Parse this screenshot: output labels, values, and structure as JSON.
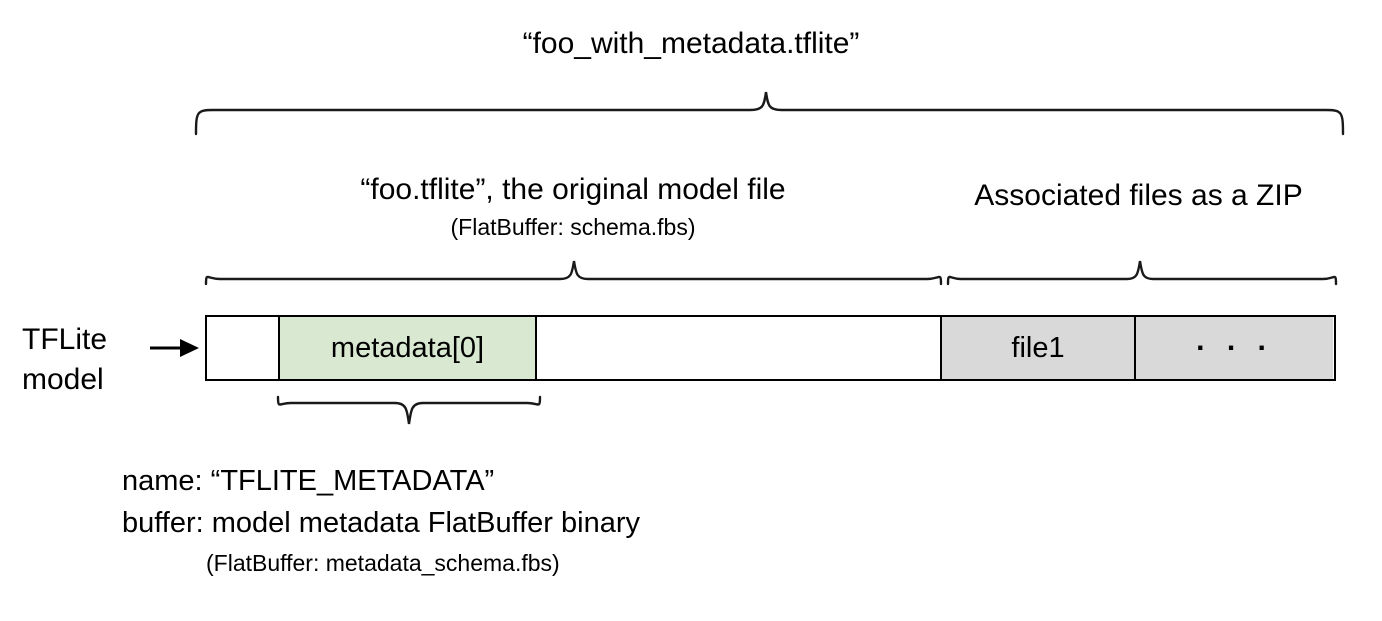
{
  "diagram": {
    "title": "“foo_with_metadata.tflite”",
    "captions": {
      "original_model_main": "“foo.tflite”, the original model file",
      "original_model_sub": "(FlatBuffer: schema.fbs)",
      "associated_files": "Associated files as a ZIP"
    },
    "left_label": "TFLite\nmodel",
    "bar_segments": [
      {
        "id": "leading-empty",
        "label": "",
        "fill": "#ffffff"
      },
      {
        "id": "metadata",
        "label": "metadata[0]",
        "fill": "#d9e8d1"
      },
      {
        "id": "model-body",
        "label": "",
        "fill": "#ffffff"
      },
      {
        "id": "file1",
        "label": "file1",
        "fill": "#d9d9d9"
      },
      {
        "id": "more-files",
        "label": ". . .",
        "fill": "#d9d9d9"
      }
    ],
    "metadata_note": {
      "name_line": "name: “TFLITE_METADATA”",
      "buffer_line": "buffer: model metadata FlatBuffer binary",
      "sub_line": "(FlatBuffer: metadata_schema.fbs)"
    },
    "colors": {
      "metadata_green": "#d9e8d1",
      "zip_gray": "#d9d9d9",
      "stroke": "#000000",
      "background": "#ffffff"
    }
  }
}
